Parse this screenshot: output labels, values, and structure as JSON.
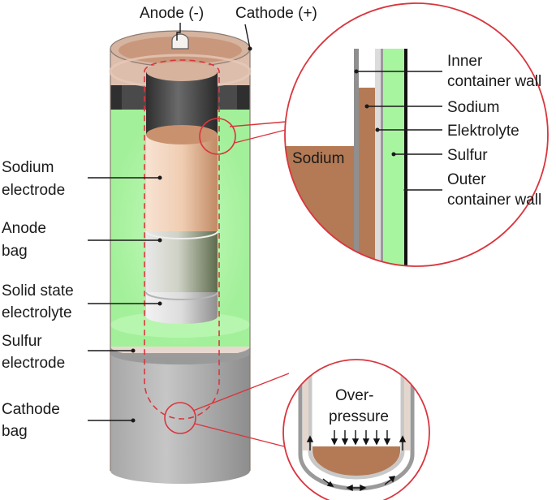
{
  "labels": {
    "anode": "Anode (-)",
    "cathode": "Cathode (+)",
    "inner_wall_1": "Inner",
    "inner_wall_2": "container wall",
    "sodium": "Sodium",
    "elektrolyte": "Elektrolyte",
    "sulfur": "Sulfur",
    "outer_wall_1": "Outer",
    "outer_wall_2": "container wall",
    "sodium_electrode_1": "Sodium",
    "sodium_electrode_2": "electrode",
    "anode_bag_1": "Anode",
    "anode_bag_2": "bag",
    "solid_state_1": "Solid state",
    "solid_state_2": "electrolyte",
    "sulfur_electrode_1": "Sulfur",
    "sulfur_electrode_2": "electrode",
    "cathode_bag_1": "Cathode",
    "cathode_bag_2": "bag",
    "zoom_sodium": "Sodium",
    "overpressure_1": "Over-",
    "overpressure_2": "pressure"
  },
  "colors": {
    "sulfur_green": "#a8f5a0",
    "sodium_brown": "#b47a55",
    "shell_gray": "#b9b9b9",
    "dark_band": "#4a4a4a",
    "highlight_red": "#d9363e"
  }
}
